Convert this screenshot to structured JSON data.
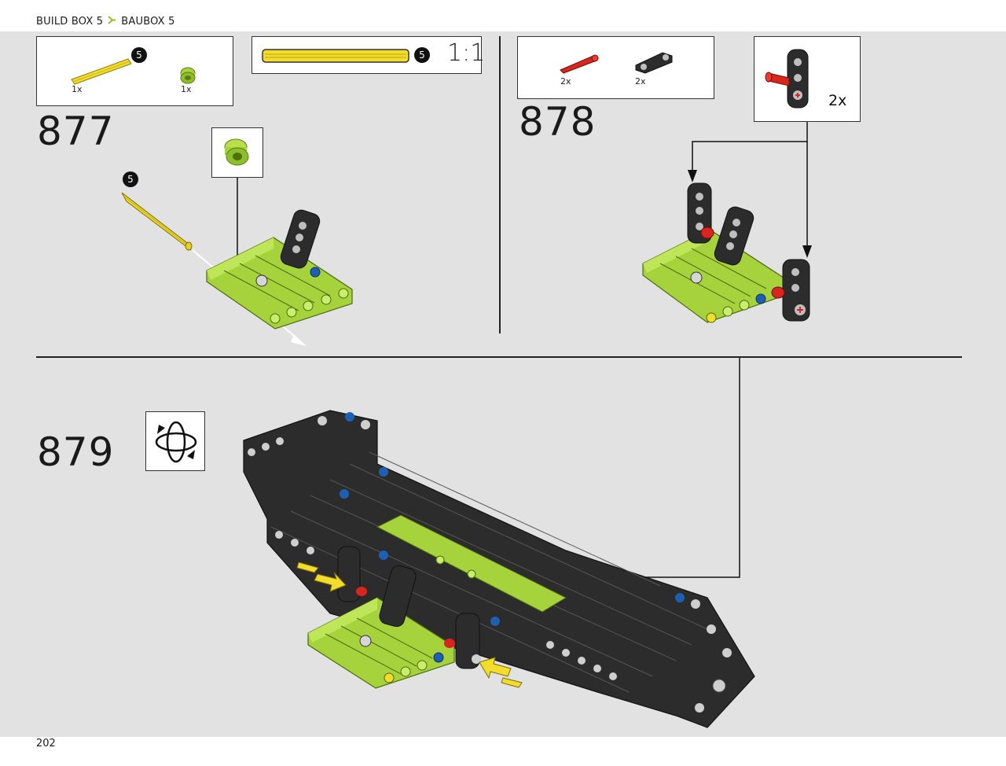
{
  "header": {
    "crumb_1": "BUILD BOX 5",
    "crumb_2": "BAUBOX 5"
  },
  "footer": {
    "page_number": "202"
  },
  "steps": [
    {
      "number": "877",
      "parts": [
        {
          "name": "yellow-axle-5",
          "qty": "1x",
          "size_badge": "5"
        },
        {
          "name": "lime-bush",
          "qty": "1x"
        }
      ],
      "scale_callout": {
        "size_badge": "5",
        "ratio": "1:1"
      },
      "build_badge": "5"
    },
    {
      "number": "878",
      "parts": [
        {
          "name": "red-pin",
          "qty": "2x"
        },
        {
          "name": "black-beam-connector",
          "qty": "2x"
        }
      ],
      "subassembly_qty": "2x"
    },
    {
      "number": "879"
    }
  ],
  "colors": {
    "lime": "#a6d33c",
    "lime_dark": "#6f9a1e",
    "black_part": "#2c2c2c",
    "yellow": "#f3dd2a",
    "red": "#d9251d",
    "blue": "#1f5fb3",
    "background": "#e2e2e2",
    "accent_arrow": "#8fc31f"
  }
}
